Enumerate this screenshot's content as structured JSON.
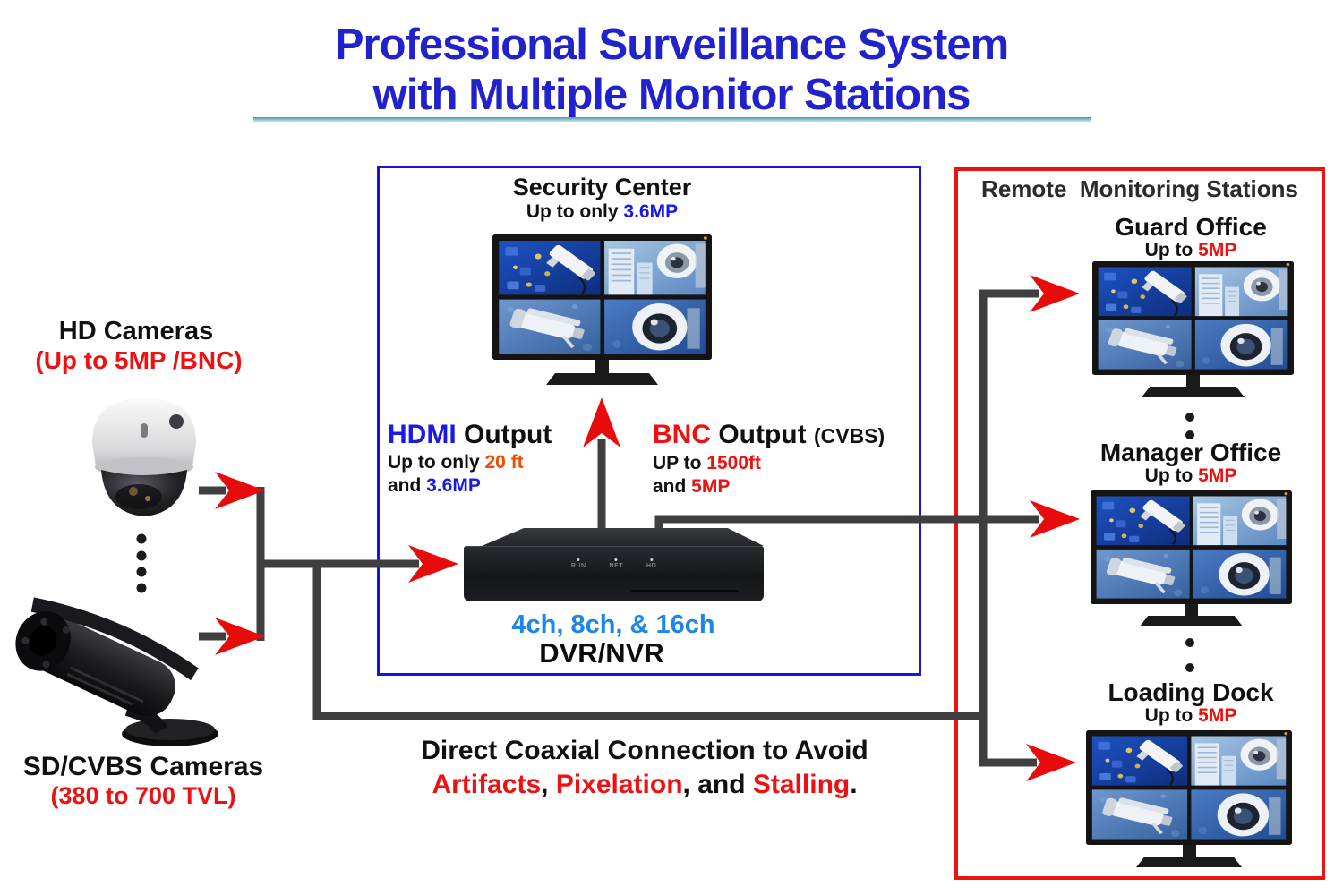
{
  "title": {
    "line1": "Professional Surveillance System",
    "line2": "with Multiple Monitor Stations"
  },
  "left": {
    "hd": {
      "name": "HD Cameras",
      "spec": "(Up to 5MP /BNC)"
    },
    "sd": {
      "name": "SD/CVBS Cameras",
      "spec": "(380 to 700 TVL)"
    }
  },
  "center_box": {
    "station": {
      "name": "Security Center",
      "cap_prefix": "Up to only ",
      "cap_value": "3.6MP"
    },
    "hdmi": {
      "term": "HDMI",
      "rest": " Output",
      "line2_prefix": "Up to only ",
      "line2_value": "20 ft",
      "line3_prefix": "and ",
      "line3_value": "3.6MP"
    },
    "bnc": {
      "term": "BNC",
      "rest": " Output ",
      "suffix": "(CVBS)",
      "line2_prefix": "UP to ",
      "line2_value": "1500ft",
      "line3_prefix": "and ",
      "line3_value": "5MP"
    },
    "dvr": {
      "channels": "4ch, 8ch, & 16ch",
      "label": "DVR/NVR",
      "leds": [
        "RUN",
        "NET",
        "HD"
      ]
    }
  },
  "remote_box": {
    "header": "Remote  Monitoring Stations",
    "stations": [
      {
        "name": "Guard Office",
        "cap_prefix": "Up to ",
        "cap_value": "5MP"
      },
      {
        "name": "Manager Office",
        "cap_prefix": "Up to ",
        "cap_value": "5MP"
      },
      {
        "name": "Loading Dock",
        "cap_prefix": "Up to ",
        "cap_value": "5MP"
      }
    ]
  },
  "footer": {
    "line1": "Direct Coaxial Connection to Avoid",
    "a1": "Artifacts",
    "s1": ", ",
    "a2": "Pixelation",
    "s2": ", and ",
    "a3": "Stalling",
    "s3": "."
  },
  "palette": {
    "title_blue": "#2122cc",
    "term_blue": "#1a1ae6",
    "channel_blue": "#1e86e8",
    "alert_red": "#ee1111",
    "distance_orange": "#f04b00",
    "wire_gray": "#3f3f3f"
  }
}
